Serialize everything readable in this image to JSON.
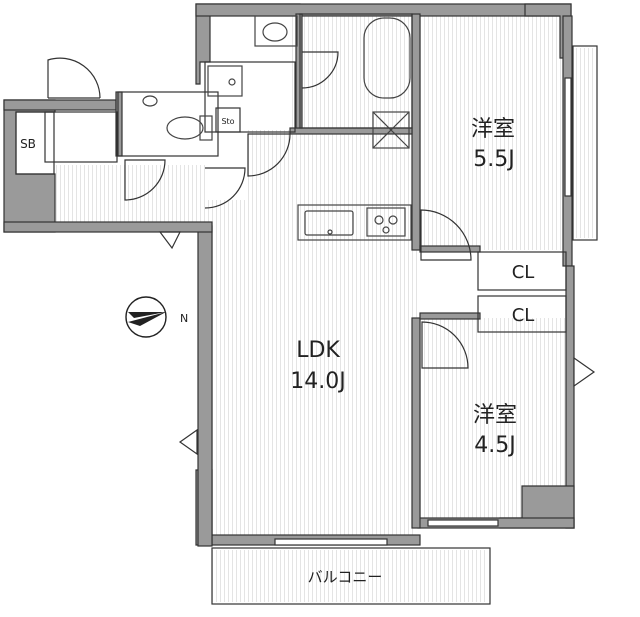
{
  "rooms": {
    "western_room_1": {
      "name": "洋室",
      "size": "5.5J"
    },
    "western_room_2": {
      "name": "洋室",
      "size": "4.5J"
    },
    "ldk": {
      "name": "LDK",
      "size": "14.0J"
    }
  },
  "closets": {
    "cl_1": "CL",
    "cl_2": "CL"
  },
  "storage": {
    "shoe_box": "SB",
    "sto": "Sto"
  },
  "balcony": {
    "label": "バルコニー"
  },
  "compass": {
    "north": "N"
  },
  "colors": {
    "wall": "#9a9a9a",
    "wall_stroke": "#333333",
    "floor_line": "#e6e6e6",
    "fixture": "#444444"
  }
}
